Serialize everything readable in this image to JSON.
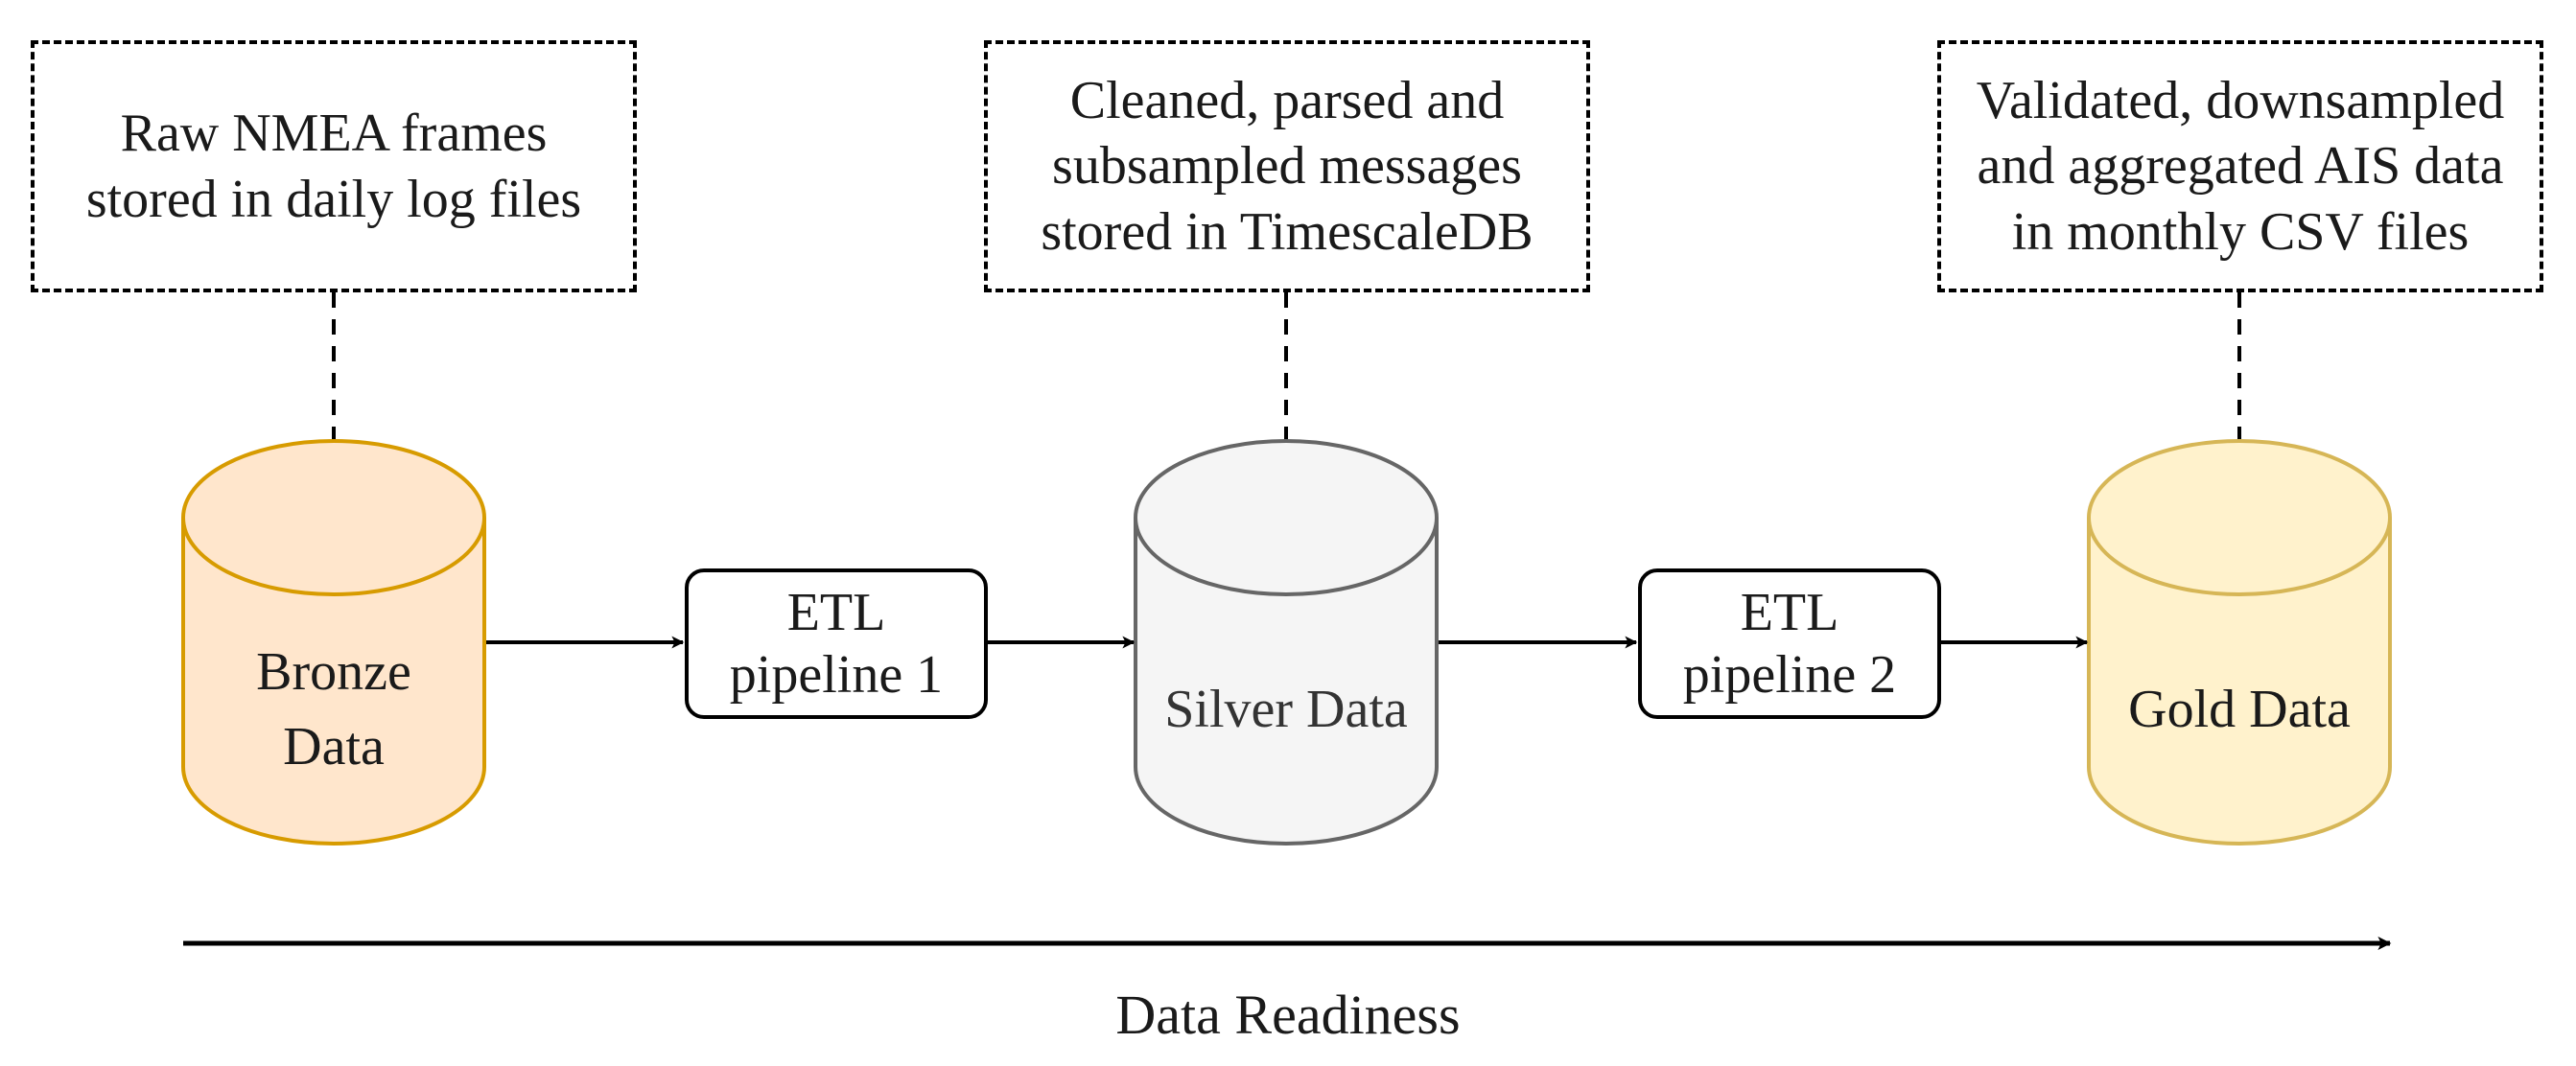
{
  "notes": [
    {
      "lines": [
        "Raw NMEA frames",
        "stored in daily log files"
      ]
    },
    {
      "lines": [
        "Cleaned, parsed and",
        "subsampled messages",
        "stored in TimescaleDB"
      ]
    },
    {
      "lines": [
        "Validated, downsampled",
        "and aggregated AIS data",
        "in monthly CSV files"
      ]
    }
  ],
  "stores": [
    {
      "lines": [
        "Bronze",
        "Data"
      ],
      "fill": "#ffe6cc",
      "stroke": "#d79b00",
      "text_color": "#1a1a1a"
    },
    {
      "lines": [
        "Silver Data"
      ],
      "fill": "#f5f5f5",
      "stroke": "#666666",
      "text_color": "#333333"
    },
    {
      "lines": [
        "Gold Data"
      ],
      "fill": "#fff2cc",
      "stroke": "#d6b656",
      "text_color": "#1a1a1a"
    }
  ],
  "pipelines": [
    {
      "lines": [
        "ETL",
        "pipeline 1"
      ]
    },
    {
      "lines": [
        "ETL",
        "pipeline 2"
      ]
    }
  ],
  "axis": {
    "label": "Data Readiness"
  }
}
